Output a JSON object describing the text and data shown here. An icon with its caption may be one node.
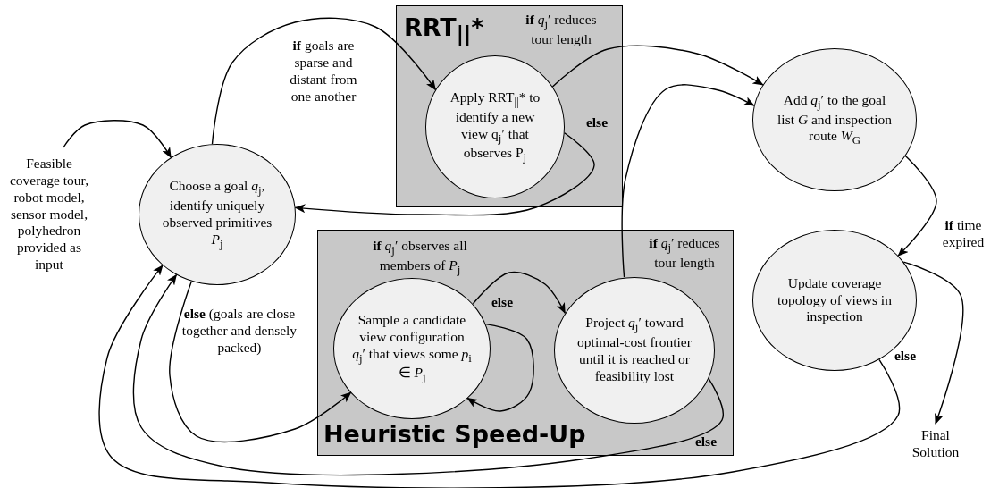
{
  "diagram": {
    "nodes": [
      {
        "text": [
          "Feasible coverage tour, robot model, sensor model, polyhedron provided as input"
        ]
      },
      {
        "text": [
          "Choose a goal *q*$_{j}$, identify uniquely observed primitives *P*$_{j}$"
        ]
      },
      {
        "text": [
          "RRT$_{||}$*"
        ]
      },
      {
        "text": [
          "Apply RRT$_{||}$* to identify a new view q$_{j}$′ that observes P$_{j}$"
        ],
        "in": 2
      },
      {
        "text": [
          "Add *q*$_{j}$′ to the goal list *G* and inspection route *W*$_{G}$"
        ]
      },
      {
        "text": [
          "Heuristic Speed-Up"
        ]
      },
      {
        "text": [
          "Sample a candidate view configuration *q*$_{j}$′ that views some *p*$_{i}$ ∈ *P*$_{j}$"
        ],
        "in": 5
      },
      {
        "text": [
          "Project *q*$_{j}$′ toward optimal-cost frontier until it is reached or feasibility lost"
        ],
        "in": 5
      },
      {
        "text": [
          "Update coverage topology of views in inspection"
        ]
      },
      {
        "text": [
          "Final Solution"
        ]
      }
    ],
    "edges": [
      {
        "from": 0,
        "to": 1,
        "arrow": "to"
      },
      {
        "from": 1,
        "to": 3,
        "arrow": "to",
        "label": "**if** goals are sparse and distant from one another"
      },
      {
        "from": 3,
        "to": 4,
        "arrow": "to",
        "label": "**if** *q*$_{j}$′ reduces tour length"
      },
      {
        "from": 3,
        "to": 1,
        "arrow": "to",
        "label": "else"
      },
      {
        "from": 1,
        "to": 6,
        "arrow": "to",
        "label": "**else** (goals are close together and densely packed)"
      },
      {
        "from": 6,
        "to": 7,
        "arrow": "to",
        "label": "**if** *q*$_{j}$′ observes all members of *P*$_{j}$"
      },
      {
        "from": 6,
        "to": 6,
        "arrow": "to",
        "label": "else"
      },
      {
        "from": 7,
        "to": 4,
        "arrow": "to",
        "label": "**if** *q*$_{j}$′ reduces tour length"
      },
      {
        "from": 7,
        "to": 1,
        "arrow": "to",
        "label": "else"
      },
      {
        "from": 4,
        "to": 8,
        "arrow": "to"
      },
      {
        "from": 8,
        "to": 9,
        "arrow": "to",
        "label": "**if** time expired"
      },
      {
        "from": 8,
        "to": 1,
        "arrow": "to",
        "label": "else"
      }
    ]
  }
}
